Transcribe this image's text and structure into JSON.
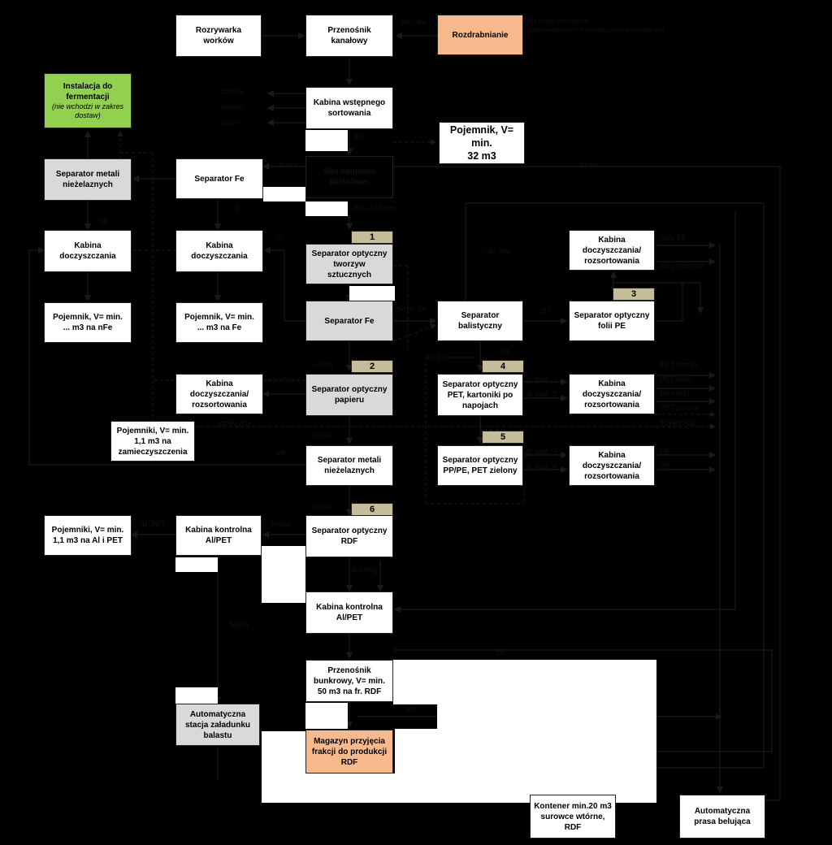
{
  "nodes": {
    "rozrywarka": "Rozrywarka\nworków",
    "przenosnik_kanalowy": "Przenośnik\nkanałowy",
    "rozdrabnianie": "Rozdrabnianie",
    "instalacja_title": "Instalacja  do\nfermentacji",
    "instalacja_sub": "(nie wchodzi w zakres\ndostaw)",
    "kabina_wstepnego": "Kabina  wstępnego\nsortowania",
    "pojemnik_32": "Pojemnik, V= min.\n32 m3",
    "separator_metali_1": "Separator metali\nnieżelaznych",
    "separator_fe_1": "Separator Fe",
    "sito": "Sito bębnowe\n60/340mm",
    "kabina_doczyszczania_1": "Kabina\ndoczyszczania",
    "kabina_doczyszczania_2": "Kabina\ndoczyszczania",
    "separator_optyczny_tw": "Separator optyczny\ntworzyw\nsztucznych",
    "kabina_folii": "Kabina\ndoczyszczania/\nrozsortowania",
    "pojemnik_nfe": "Pojemnik,  V= min.\n... m3 na nFe",
    "pojemnik_fe": "Pojemnik,  V= min.\n... m3 na Fe",
    "separator_fe_2": "Separator Fe",
    "separator_balistyczny": "Separator\nbalistyczny",
    "separator_folii": "Separator optyczny\nfolii PE",
    "kabina_papieru": "Kabina\ndoczyszczania/\nrozsortowania",
    "separator_papieru": "Separator optyczny\npapieru",
    "separator_pet": "Separator optyczny\nPET, kartoniki po\nnapojach",
    "kabina_pet": "Kabina\ndoczyszczania/\nrozsortowania",
    "pojemniki_zam": "Pojemniki,  V= min.\n1,1 m3 na\nzamieczyszczenia",
    "separator_metali_2": "Separator metali\nnieżelaznych",
    "separator_pp": "Separator optyczny\nPP/PE, PET zielony",
    "kabina_pp": "Kabina\ndoczyszczania/\nrozsortowania",
    "pojemniki_al": "Pojemniki,  V= min.\n1,1 m3 na Al i PET",
    "kabina_kontrolna_1": "Kabina  kontrolna\nAl/PET",
    "separator_rdf": "Separator optyczny\nRDF",
    "kabina_kontrolna_2": "Kabina  kontrolna\nAl/PET",
    "przenosnik_bunkrowy": "Przenośnik\nbunkrowy, V= min.\n50 m3 na fr. RDF",
    "stacja_zaladunku": "Automatyczna\nstacja  załadunku\nbalastu",
    "magazyn": "Magazyn  przyjęcia\nfrakcji  do produkcji\nRDF",
    "kontener": "Kontener  min.20 m3\nsurowce  wtórne,\nRDF",
    "prasa": "Automatyczna\nprasa  belująca"
  },
  "badges": [
    "1",
    "2",
    "3",
    "4",
    "5",
    "6"
  ],
  "labels": {
    "l340": "340 mm",
    "note_rozdrabnianie": "Nie objęty przetargiem\nprzeprowadzonym wcześniej przez sprzedającego",
    "tuszyce": "tuszyce",
    "kartony": "kartony",
    "szklo": "szkło",
    "lub_1": "lub",
    "gt340": ">340 mm",
    "lt60": "<60 mm",
    "range": "60 - 340 mm",
    "nfe_1": "nfe",
    "fe_1": "fe",
    "fe_2": "fe",
    "lt80": "<80 mm",
    "folia_pe": "folia PE",
    "folia_transp": "folia transpar.",
    "2d": "2D",
    "reszta_1": "reszta",
    "3d": "3D",
    "papier_mix_1": "papier mix",
    "pet_transp": "PET transp.",
    "fr_mak_1": "fr. mak. 1",
    "pet_nieb": "PET nieb.",
    "kartoniki": "kartoniki",
    "fr_mak_2": "fr. mak. 2",
    "pet_zielony": "PET zielony",
    "papier_mix_2": "papier mix",
    "papier_mix_3": "Papier mix",
    "reszta_2": "reszta",
    "nfe_2": "nfe",
    "fr_mak_3": "fr. mak. 3",
    "pe": "PE",
    "fr_mak_4": "fr. mak. 4",
    "pp": "PP",
    "al_pet": "Al/ PET",
    "reszta_3": "reszta",
    "reszta_4": "reszta",
    "fr_energ": "fr. energ.",
    "balast": "balast",
    "lub_2": "lub",
    "lub_3": "lub",
    "ewentualnie": "ewent. tw."
  },
  "colors": {
    "background": "#000000",
    "box": "#ffffff",
    "grey_box": "#d9d9d9",
    "orange_box": "#f8b98d",
    "green_box": "#92d050",
    "badge": "#c4bd97"
  }
}
